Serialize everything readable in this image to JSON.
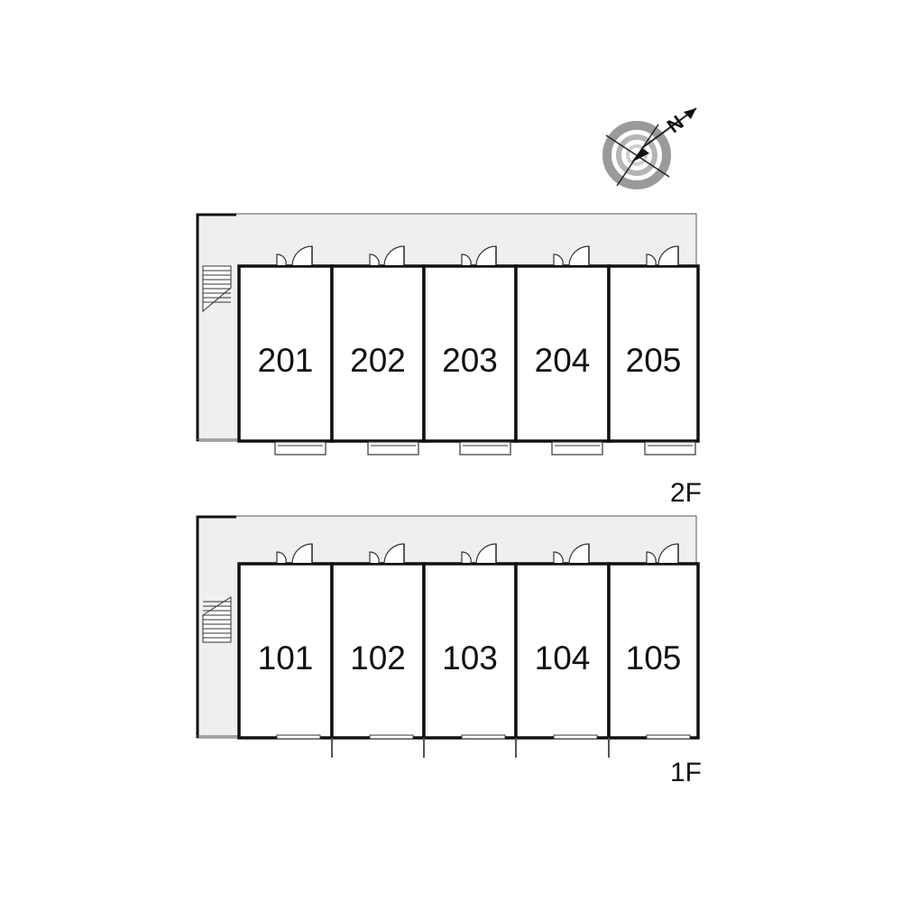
{
  "compass": {
    "north_letter": "N",
    "icon": "compass-rose-icon"
  },
  "floors": [
    {
      "id": "2f",
      "label": "2F",
      "units": [
        "201",
        "202",
        "203",
        "204",
        "205"
      ],
      "balcony_type": "balcony"
    },
    {
      "id": "1f",
      "label": "1F",
      "units": [
        "101",
        "102",
        "103",
        "104",
        "105"
      ],
      "balcony_type": "garden-fence"
    }
  ],
  "colors": {
    "wall": "#111111",
    "corridor": "#efefef",
    "line": "#333333",
    "compass_ring": "#999999"
  }
}
